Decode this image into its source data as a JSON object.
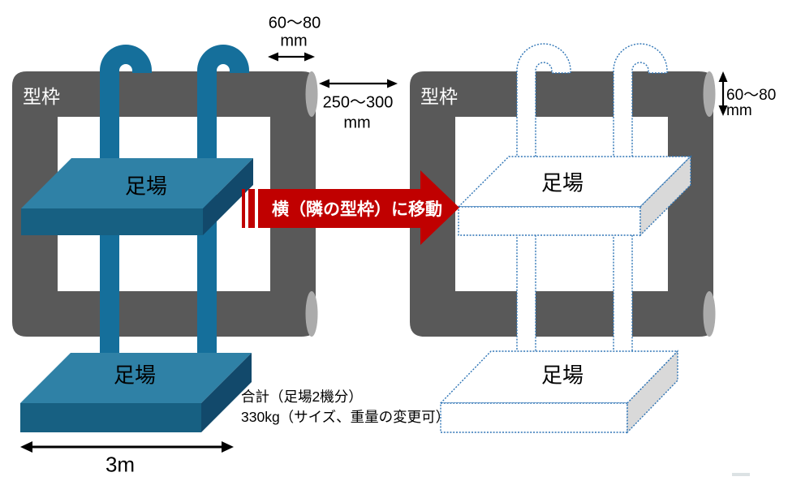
{
  "diagram": {
    "left": {
      "formwork_label": "型枠",
      "upper_scaffold_label": "足場",
      "lower_scaffold_label": "足場"
    },
    "right": {
      "formwork_label": "型枠",
      "upper_scaffold_label": "足場",
      "lower_scaffold_label": "足場"
    },
    "move_arrow_label": "横（隣の型枠）に移動",
    "dimensions": {
      "hook_overhang": {
        "value": "60〜80",
        "unit": "mm"
      },
      "formwork_gap": {
        "value": "250〜300",
        "unit": "mm"
      },
      "rail_size": {
        "value": "60〜80",
        "unit": "mm"
      },
      "scaffold_width": "3m"
    },
    "notes": {
      "total_line1": "合計（足場2機分）",
      "total_line2": "330kg（サイズ、重量の変更可）"
    }
  },
  "colors": {
    "formwork_gray": "#595959",
    "formwork_cap_gray": "#ababab",
    "scaffold_top": "#2f81a6",
    "scaffold_front": "#176082",
    "scaffold_side": "#12496b",
    "hook_teal": "#156f9b",
    "ghost_outline_blue": "#2e74b5",
    "ghost_side_gray": "#d9d9d9",
    "move_arrow_red": "#c00000",
    "dimension_black": "#000000",
    "label_white": "#ffffff",
    "label_black": "#000000"
  }
}
